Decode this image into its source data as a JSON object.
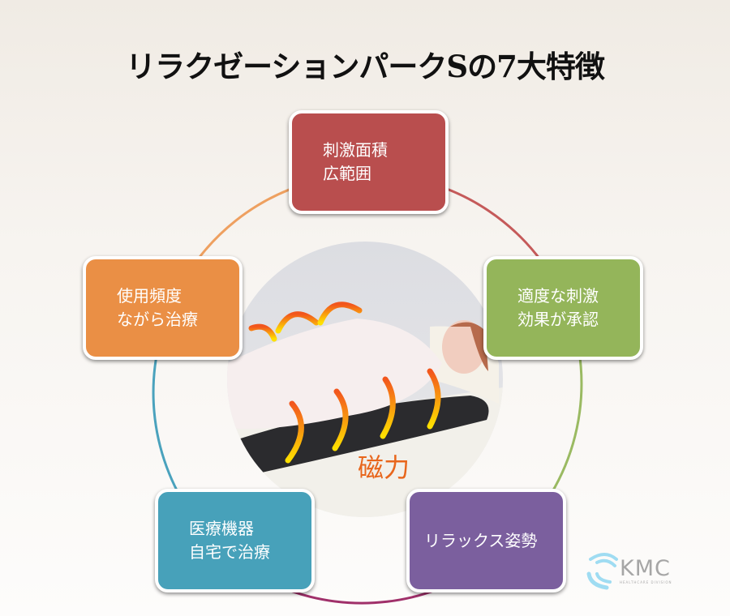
{
  "title": "リラクゼーションパークSの7大特徴",
  "center_label": "磁力",
  "features": [
    {
      "lines": [
        "刺激面積",
        "広範囲"
      ],
      "color": "#b94e4e"
    },
    {
      "lines": [
        "適度な刺激",
        "効果が承認"
      ],
      "color": "#94b55a"
    },
    {
      "lines": [
        "リラックス姿勢"
      ],
      "color": "#7b5f9e"
    },
    {
      "lines": [
        "医療機器",
        "自宅で治療"
      ],
      "color": "#47a1ba"
    },
    {
      "lines": [
        "使用頻度",
        "ながら治療"
      ],
      "color": "#ea8f45"
    }
  ],
  "logo": {
    "name": "KMC",
    "sub": "HEALTHCARE DIVISION"
  }
}
